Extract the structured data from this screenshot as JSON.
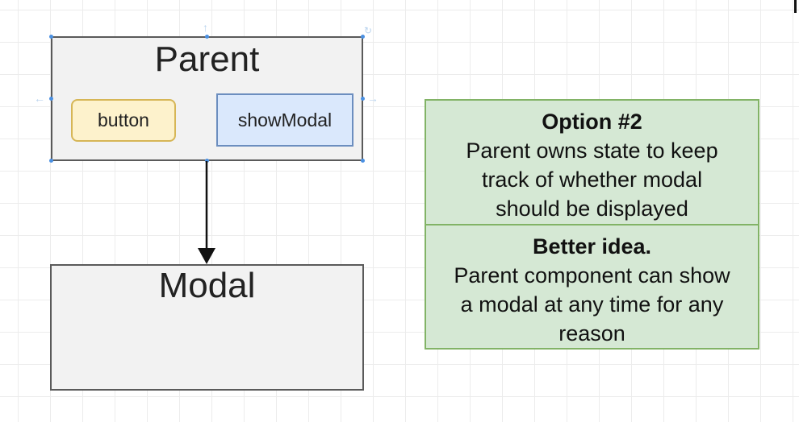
{
  "diagram": {
    "parent": {
      "title": "Parent",
      "button_label": "button",
      "state_label": "showModal"
    },
    "modal": {
      "title": "Modal"
    },
    "option_note": {
      "heading": "Option #2",
      "lines": [
        "Parent owns state to keep",
        "track of whether modal",
        "should be displayed"
      ]
    },
    "idea_note": {
      "heading": "Better idea.",
      "lines": [
        "Parent component can show",
        "a modal at any time for any",
        "reason"
      ]
    }
  },
  "colors": {
    "container_fill": "#f2f2f2",
    "container_border": "#5a5a5a",
    "button_fill": "#fdf2cc",
    "button_border": "#d6b656",
    "state_fill": "#dae8fc",
    "state_border": "#6c8ebf",
    "note_fill": "#d5e8d4",
    "note_border": "#82b366",
    "selection_handle": "#4a90e2"
  }
}
